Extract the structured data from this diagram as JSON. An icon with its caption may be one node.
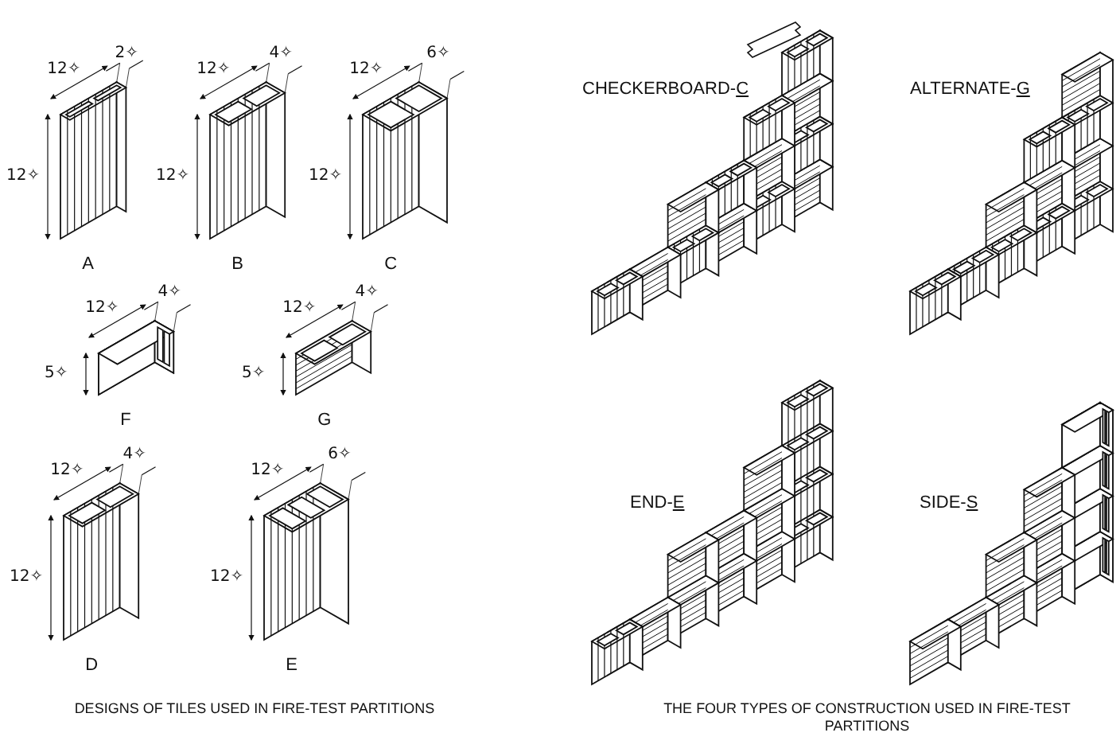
{
  "diagram": {
    "labels": [
      "2✧",
      "12✧",
      "12✧",
      "A",
      "4✧",
      "12✧",
      "12✧",
      "B",
      "6✧",
      "12✧",
      "12✧",
      "C",
      "12✧",
      "4✧",
      "5✧",
      "F",
      "12✧",
      "4✧",
      "5✧",
      "G",
      "12✧",
      "4✧",
      "12✧",
      "D",
      "12✧",
      "6✧",
      "12✧",
      "E",
      "CHECKERBOARD-C",
      "ALTERNATE-G",
      "END-E",
      "SIDE-S",
      "DESIGNS OF TILES USED IN FIRE-TEST PARTITIONS",
      "THE FOUR TYPES OF CONSTRUCTION USED IN FIRE-TEST PARTITIONS"
    ]
  }
}
